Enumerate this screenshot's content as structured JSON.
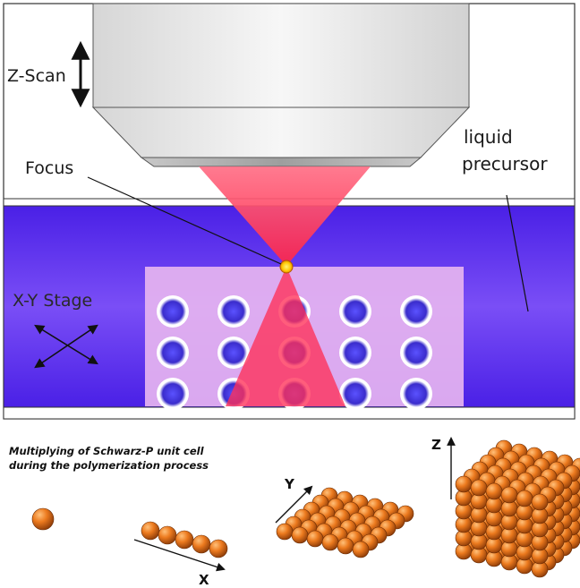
{
  "labels": {
    "z_scan": "Z-Scan",
    "focus": "Focus",
    "liquid_precursor_line1": "liquid",
    "liquid_precursor_line2": "precursor",
    "xy_stage": "X-Y Stage"
  },
  "caption": {
    "line1": "Multiplying of Schwarz-P unit cell",
    "line2": "during the polymerization process"
  },
  "axes": {
    "x": "X",
    "y": "Y",
    "z": "Z"
  },
  "colors": {
    "liquid": "#5a2cf0",
    "laser": "#ff3b5c",
    "sphere": "#e8741c",
    "lattice_bg": "#e9b8f2",
    "lattice_hole": "#4a3ce0"
  }
}
